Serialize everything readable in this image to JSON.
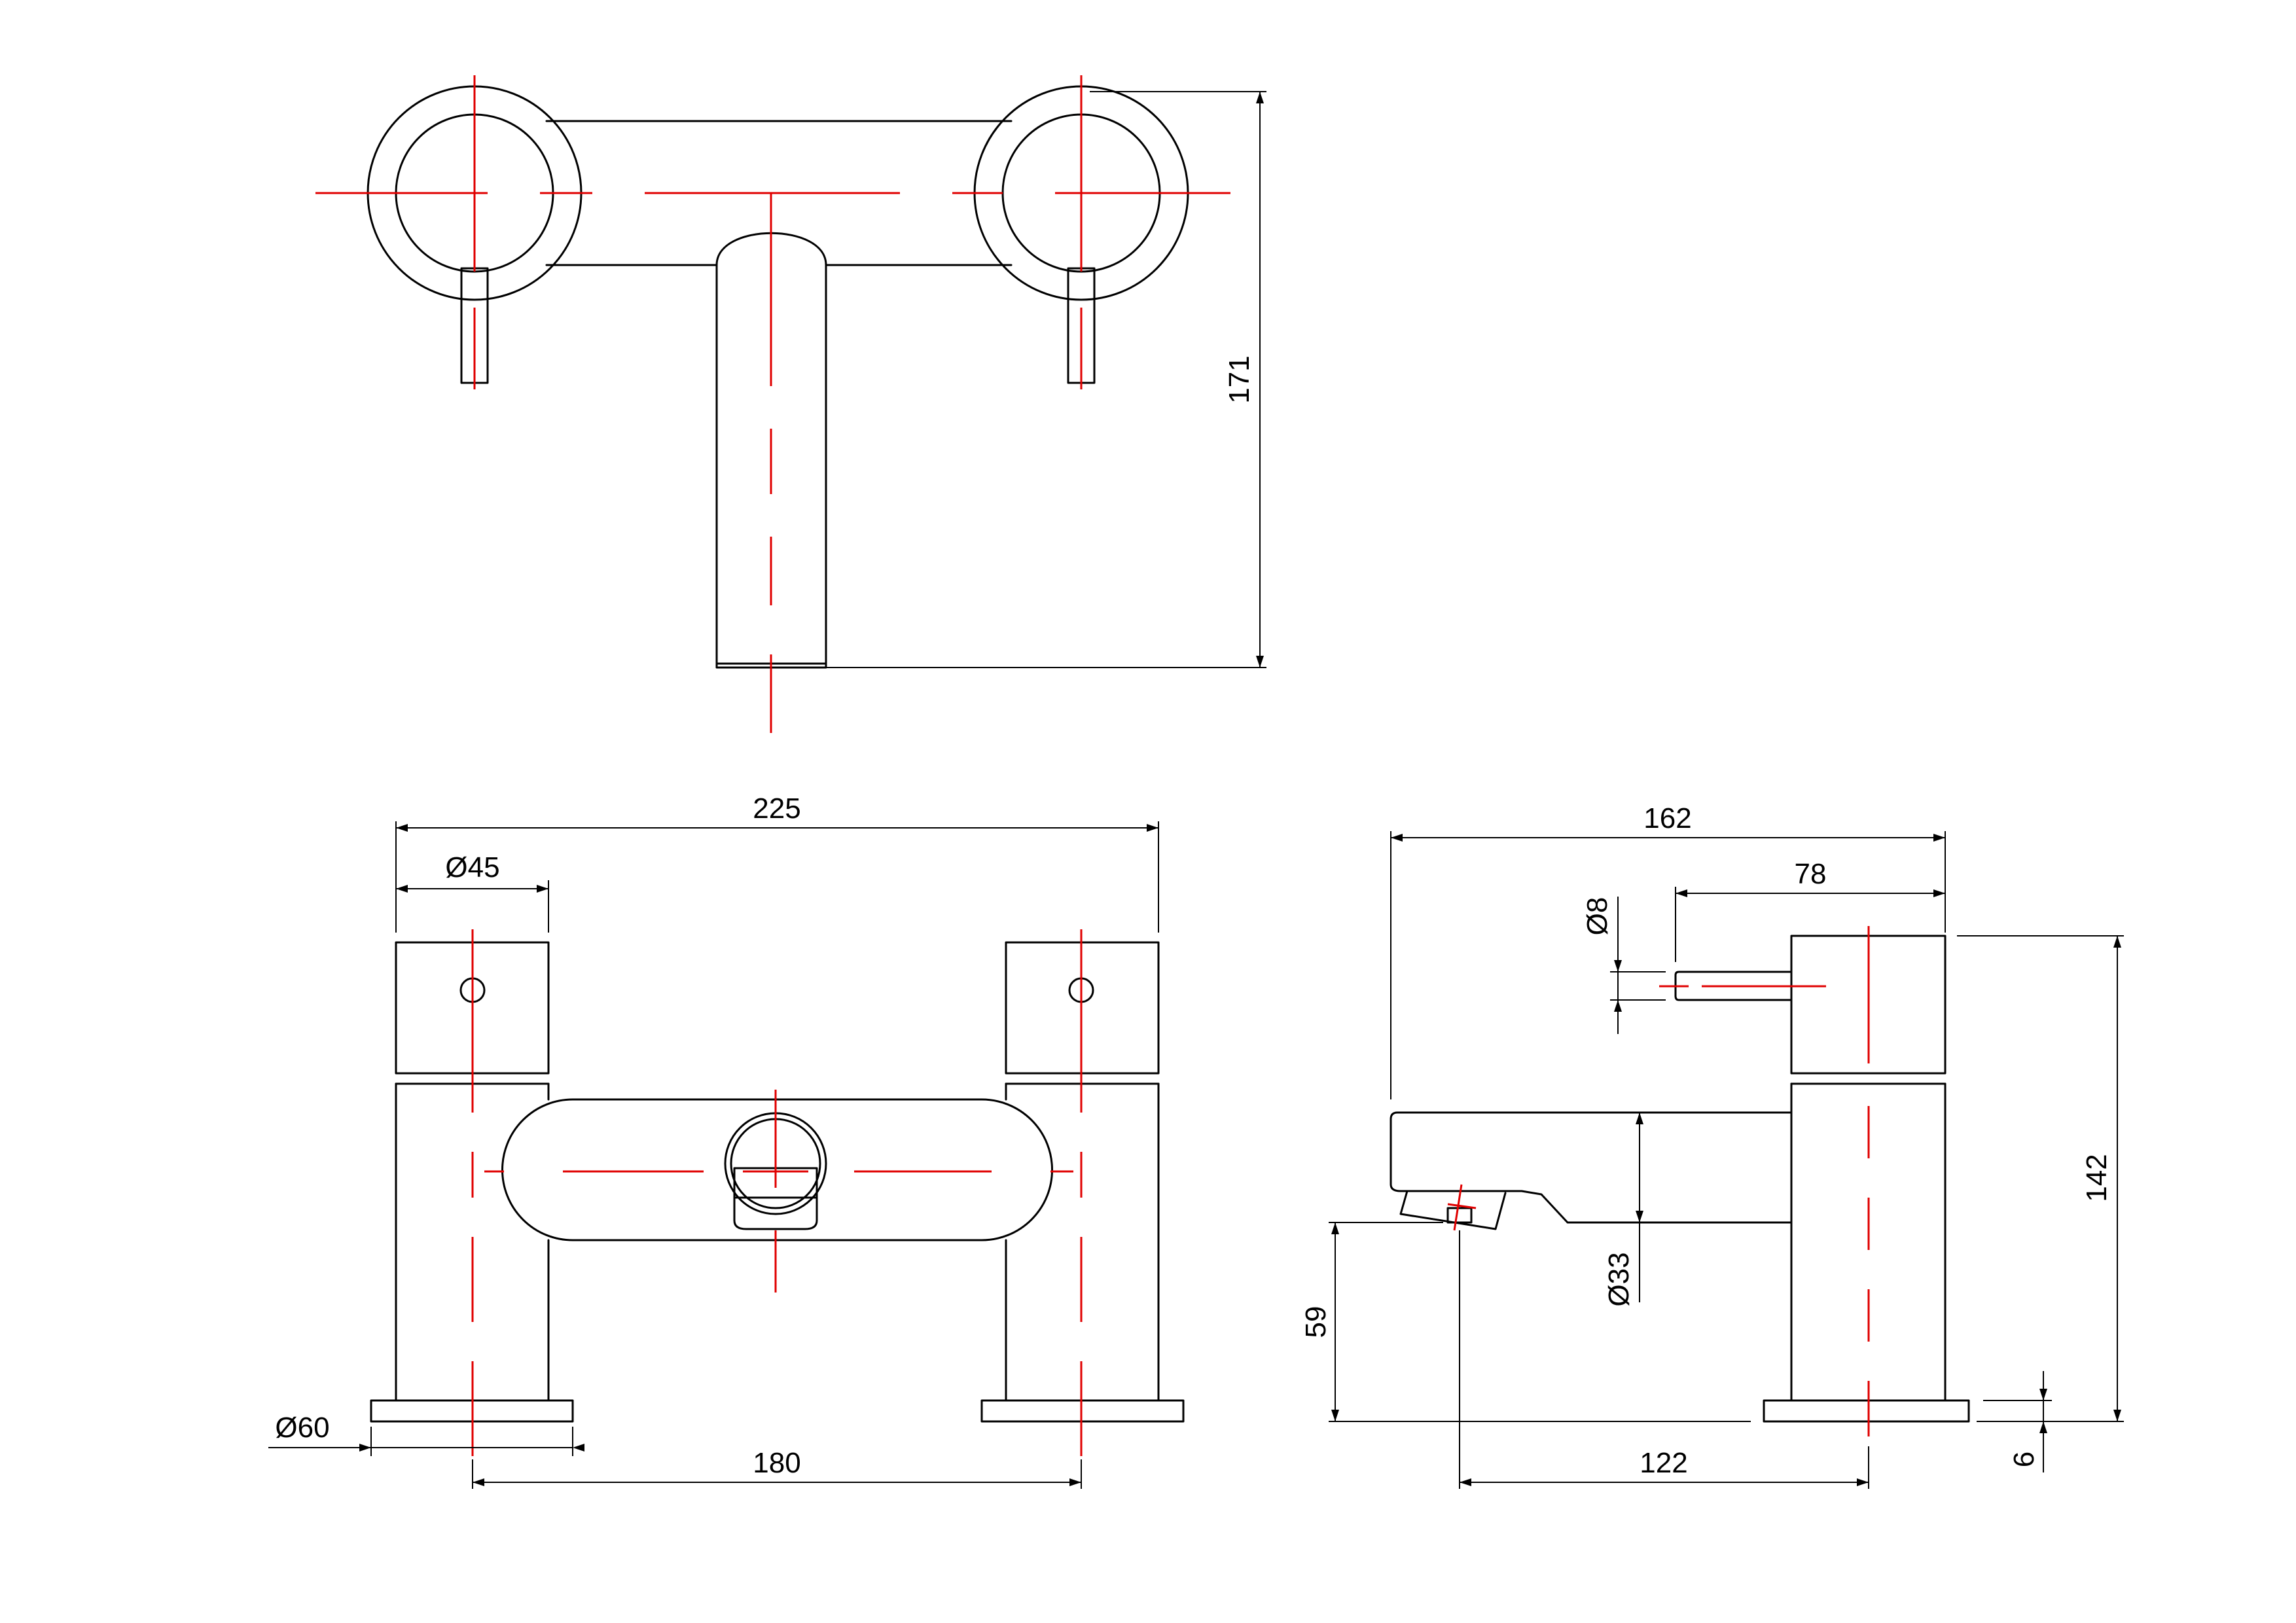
{
  "colors": {
    "background": "#ffffff",
    "outline": "#000000",
    "centerline": "#e00000"
  },
  "views": {
    "top": {
      "height_label": "171"
    },
    "front": {
      "overall_width_label": "225",
      "handle_diameter_label": "Ø45",
      "base_diameter_label": "Ø60",
      "centres_label": "180"
    },
    "side": {
      "depth_label": "162",
      "lever_offset_label": "78",
      "lever_diameter_label": "Ø8",
      "spout_diameter_label": "Ø33",
      "spout_height_label": "59",
      "overall_height_label": "142",
      "base_thickness_label": "6",
      "spout_reach_label": "122"
    }
  }
}
